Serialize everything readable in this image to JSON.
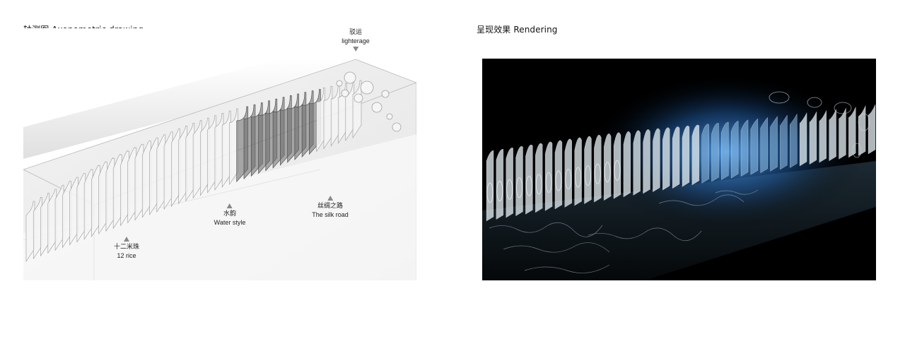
{
  "left_panel": {
    "title": "轴测图 Axonometric drawing",
    "labels": {
      "lighterage": {
        "cn": "驳运",
        "en": "lighterage"
      },
      "silk_road": {
        "cn": "丝绸之路",
        "en": "The silk road"
      },
      "water_style": {
        "cn": "水韵",
        "en": "Water style"
      },
      "rice": {
        "cn": "十二米珠",
        "en": "12 rice"
      }
    }
  },
  "right_panel": {
    "title": "呈现效果 Rendering"
  },
  "colors": {
    "marker": "#888888",
    "render_bg": "#000000",
    "render_glow": "#3a8ad6"
  }
}
